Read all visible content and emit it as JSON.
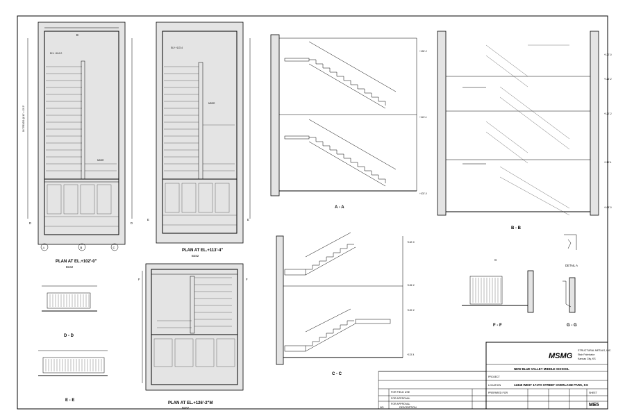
{
  "views": {
    "plan_el_102": {
      "title": "PLAN AT EL.+102'-0\"",
      "sheet": "B1S2"
    },
    "plan_el_113": {
      "title": "PLAN AT EL.+113'-4\"",
      "sheet": "B2S2"
    },
    "plan_el_126": {
      "title": "PLAN AT EL.+126'-2\"M",
      "sheet": "B3S2"
    },
    "section_aa": "A - A",
    "section_bb": "B - B",
    "section_cc": "C - C",
    "section_dd": "D - D",
    "section_ee": "E - E",
    "section_ff": "F - F",
    "section_gg": "G - G",
    "detail_a": "DETAIL A"
  },
  "markers": {
    "a": "A",
    "b": "B",
    "c": "C",
    "d": "D",
    "e": "E",
    "f": "F",
    "g": "G"
  },
  "title_block": {
    "logo": "MSMG",
    "company": [
      "STRUCTURAL METALS, INC.",
      "Stair Fabricator",
      "Kansas City, KS"
    ],
    "project_label": "PROJECT",
    "project": "NEW BLUE VALLEY MIDDLE SCHOOL",
    "location_label": "LOCATION",
    "location": "12345 WEST 171TH STREET OVERLAND PARK, KS",
    "prepared_label": "PREPARED FOR",
    "sheet_label": "SHEET",
    "sheet_no": "ME5",
    "rev_rows": [
      {
        "desc": "FOR FIELD USE",
        "by": ""
      },
      {
        "desc": "FOR APPROVAL",
        "by": ""
      },
      {
        "desc": "FOR APPROVAL",
        "by": ""
      }
    ],
    "rev_head": {
      "no": "NO.",
      "desc": "DESCRIPTION"
    }
  }
}
